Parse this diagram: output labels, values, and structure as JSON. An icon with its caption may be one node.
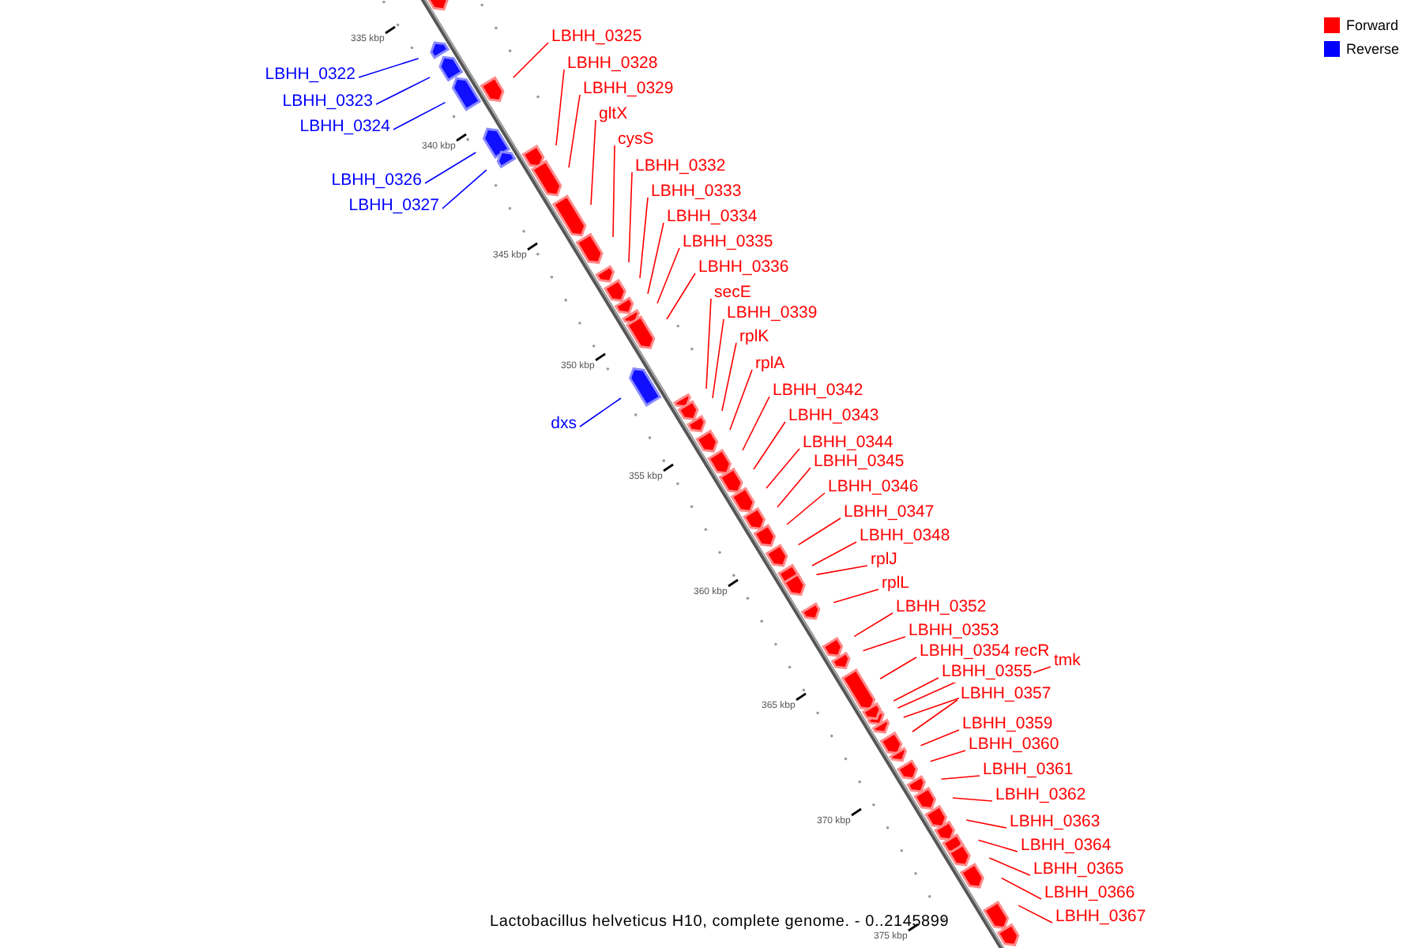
{
  "diagram": {
    "caption": "Lactobacillus helveticus H10, complete genome. - 0..2145899",
    "nodes": [
      {
        "text": [
          "LBHH_0325"
        ]
      },
      {
        "text": [
          "LBHH_0328"
        ]
      },
      {
        "text": [
          "LBHH_0322"
        ]
      },
      {
        "text": [
          "LBHH_0329"
        ]
      },
      {
        "text": [
          "LBHH_0323"
        ]
      },
      {
        "text": [
          "gltX"
        ]
      },
      {
        "text": [
          "LBHH_0324"
        ]
      },
      {
        "text": [
          "cysS"
        ]
      },
      {
        "text": [
          "LBHH_0332"
        ]
      },
      {
        "text": [
          "LBHH_0326"
        ]
      },
      {
        "text": [
          "LBHH_0333"
        ]
      },
      {
        "text": [
          "LBHH_0327"
        ]
      },
      {
        "text": [
          "LBHH_0334"
        ]
      },
      {
        "text": [
          "LBHH_0335"
        ]
      },
      {
        "text": [
          "LBHH_0336"
        ]
      },
      {
        "text": [
          "secE"
        ]
      },
      {
        "text": [
          "LBHH_0339"
        ]
      },
      {
        "text": [
          "rplK"
        ]
      },
      {
        "text": [
          "rplA"
        ]
      },
      {
        "text": [
          "LBHH_0342"
        ]
      },
      {
        "text": [
          "LBHH_0343"
        ]
      },
      {
        "text": [
          "dxs"
        ]
      },
      {
        "text": [
          "LBHH_0344"
        ]
      },
      {
        "text": [
          "LBHH_0345"
        ]
      },
      {
        "text": [
          "LBHH_0346"
        ]
      },
      {
        "text": [
          "LBHH_0347"
        ]
      },
      {
        "text": [
          "LBHH_0348"
        ]
      },
      {
        "text": [
          "rplJ"
        ]
      },
      {
        "text": [
          "rplL"
        ]
      },
      {
        "text": [
          "LBHH_0352"
        ]
      },
      {
        "text": [
          "LBHH_0353"
        ]
      },
      {
        "text": [
          "LBHH_0354"
        ]
      },
      {
        "text": [
          "recR"
        ]
      },
      {
        "text": [
          "tmk"
        ]
      },
      {
        "text": [
          "LBHH_0355"
        ]
      },
      {
        "text": [
          "LBHH_0357"
        ]
      },
      {
        "text": [
          "LBHH_0359"
        ]
      },
      {
        "text": [
          "LBHH_0360"
        ]
      },
      {
        "text": [
          "LBHH_0361"
        ]
      },
      {
        "text": [
          "LBHH_0362"
        ]
      },
      {
        "text": [
          "LBHH_0363"
        ]
      },
      {
        "text": [
          "LBHH_0364"
        ]
      },
      {
        "text": [
          "LBHH_0365"
        ]
      },
      {
        "text": [
          "LBHH_0366"
        ]
      },
      {
        "text": [
          "LBHH_0367"
        ]
      }
    ],
    "edges": [
      {
        "from": 0,
        "to": null,
        "arrow": "none"
      },
      {
        "from": 1,
        "to": null,
        "arrow": "none"
      },
      {
        "from": 2,
        "to": null,
        "arrow": "none",
        "color": "#0000ff"
      },
      {
        "from": 3,
        "to": null,
        "arrow": "none"
      },
      {
        "from": 4,
        "to": null,
        "arrow": "none",
        "color": "#0000ff"
      },
      {
        "from": 5,
        "to": null,
        "arrow": "none"
      },
      {
        "from": 6,
        "to": null,
        "arrow": "none",
        "color": "#0000ff"
      },
      {
        "from": 7,
        "to": null,
        "arrow": "none"
      },
      {
        "from": 8,
        "to": null,
        "arrow": "none"
      },
      {
        "from": 9,
        "to": null,
        "arrow": "none",
        "color": "#0000ff"
      },
      {
        "from": 10,
        "to": null,
        "arrow": "none"
      },
      {
        "from": 11,
        "to": null,
        "arrow": "none",
        "color": "#0000ff"
      },
      {
        "from": 12,
        "to": null,
        "arrow": "none"
      },
      {
        "from": 13,
        "to": null,
        "arrow": "none"
      },
      {
        "from": 14,
        "to": null,
        "arrow": "none"
      },
      {
        "from": 15,
        "to": null,
        "arrow": "none"
      },
      {
        "from": 16,
        "to": null,
        "arrow": "none"
      },
      {
        "from": 17,
        "to": null,
        "arrow": "none"
      },
      {
        "from": 18,
        "to": null,
        "arrow": "none"
      },
      {
        "from": 19,
        "to": null,
        "arrow": "none"
      },
      {
        "from": 20,
        "to": null,
        "arrow": "none"
      },
      {
        "from": 21,
        "to": null,
        "arrow": "none",
        "color": "#0000ff"
      },
      {
        "from": 22,
        "to": null,
        "arrow": "none"
      },
      {
        "from": 23,
        "to": null,
        "arrow": "none"
      },
      {
        "from": 24,
        "to": null,
        "arrow": "none"
      },
      {
        "from": 25,
        "to": null,
        "arrow": "none"
      },
      {
        "from": 26,
        "to": null,
        "arrow": "none"
      },
      {
        "from": 27,
        "to": null,
        "arrow": "none"
      },
      {
        "from": 28,
        "to": null,
        "arrow": "none"
      },
      {
        "from": 29,
        "to": null,
        "arrow": "none"
      },
      {
        "from": 30,
        "to": null,
        "arrow": "none"
      },
      {
        "from": 31,
        "to": null,
        "arrow": "none"
      },
      {
        "from": 32,
        "to": null,
        "arrow": "none"
      },
      {
        "from": 33,
        "to": null,
        "arrow": "none"
      },
      {
        "from": 34,
        "to": null,
        "arrow": "none"
      },
      {
        "from": 35,
        "to": null,
        "arrow": "none"
      },
      {
        "from": 36,
        "to": null,
        "arrow": "none"
      },
      {
        "from": 37,
        "to": null,
        "arrow": "none"
      },
      {
        "from": 38,
        "to": null,
        "arrow": "none"
      },
      {
        "from": 39,
        "to": null,
        "arrow": "none"
      },
      {
        "from": 40,
        "to": null,
        "arrow": "none"
      },
      {
        "from": 41,
        "to": null,
        "arrow": "none"
      },
      {
        "from": 42,
        "to": null,
        "arrow": "none"
      },
      {
        "from": 43,
        "to": null,
        "arrow": "none"
      },
      {
        "from": 44,
        "to": null,
        "arrow": "none"
      }
    ],
    "labels": [
      "335 kbp",
      "340 kbp",
      "345 kbp",
      "350 kbp",
      "355 kbp",
      "360 kbp",
      "365 kbp",
      "370 kbp",
      "375 kbp"
    ],
    "legend": [
      {
        "text": "Forward",
        "color": "#ff0000"
      },
      {
        "text": "Reverse",
        "color": "#0000ff"
      }
    ]
  }
}
